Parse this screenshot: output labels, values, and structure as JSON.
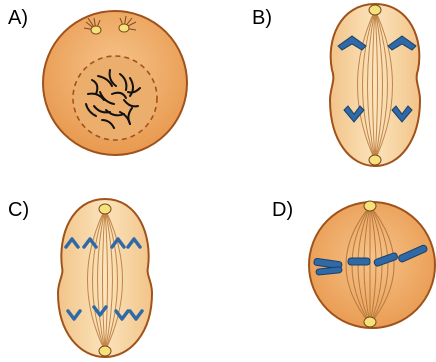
{
  "panels": [
    {
      "label": "A)"
    },
    {
      "label": "B)"
    },
    {
      "label": "C)"
    },
    {
      "label": "D)"
    }
  ],
  "colors": {
    "cell_dark": "#e8994f",
    "cell_light": "#f9d49e",
    "cell_outline": "#a0521b",
    "spindle": "#c2854a",
    "chromosome": "#2f6aa7",
    "chromosome_outline": "#1b3f66",
    "centrosome": "#f6e27a",
    "chromatin": "#111111"
  }
}
